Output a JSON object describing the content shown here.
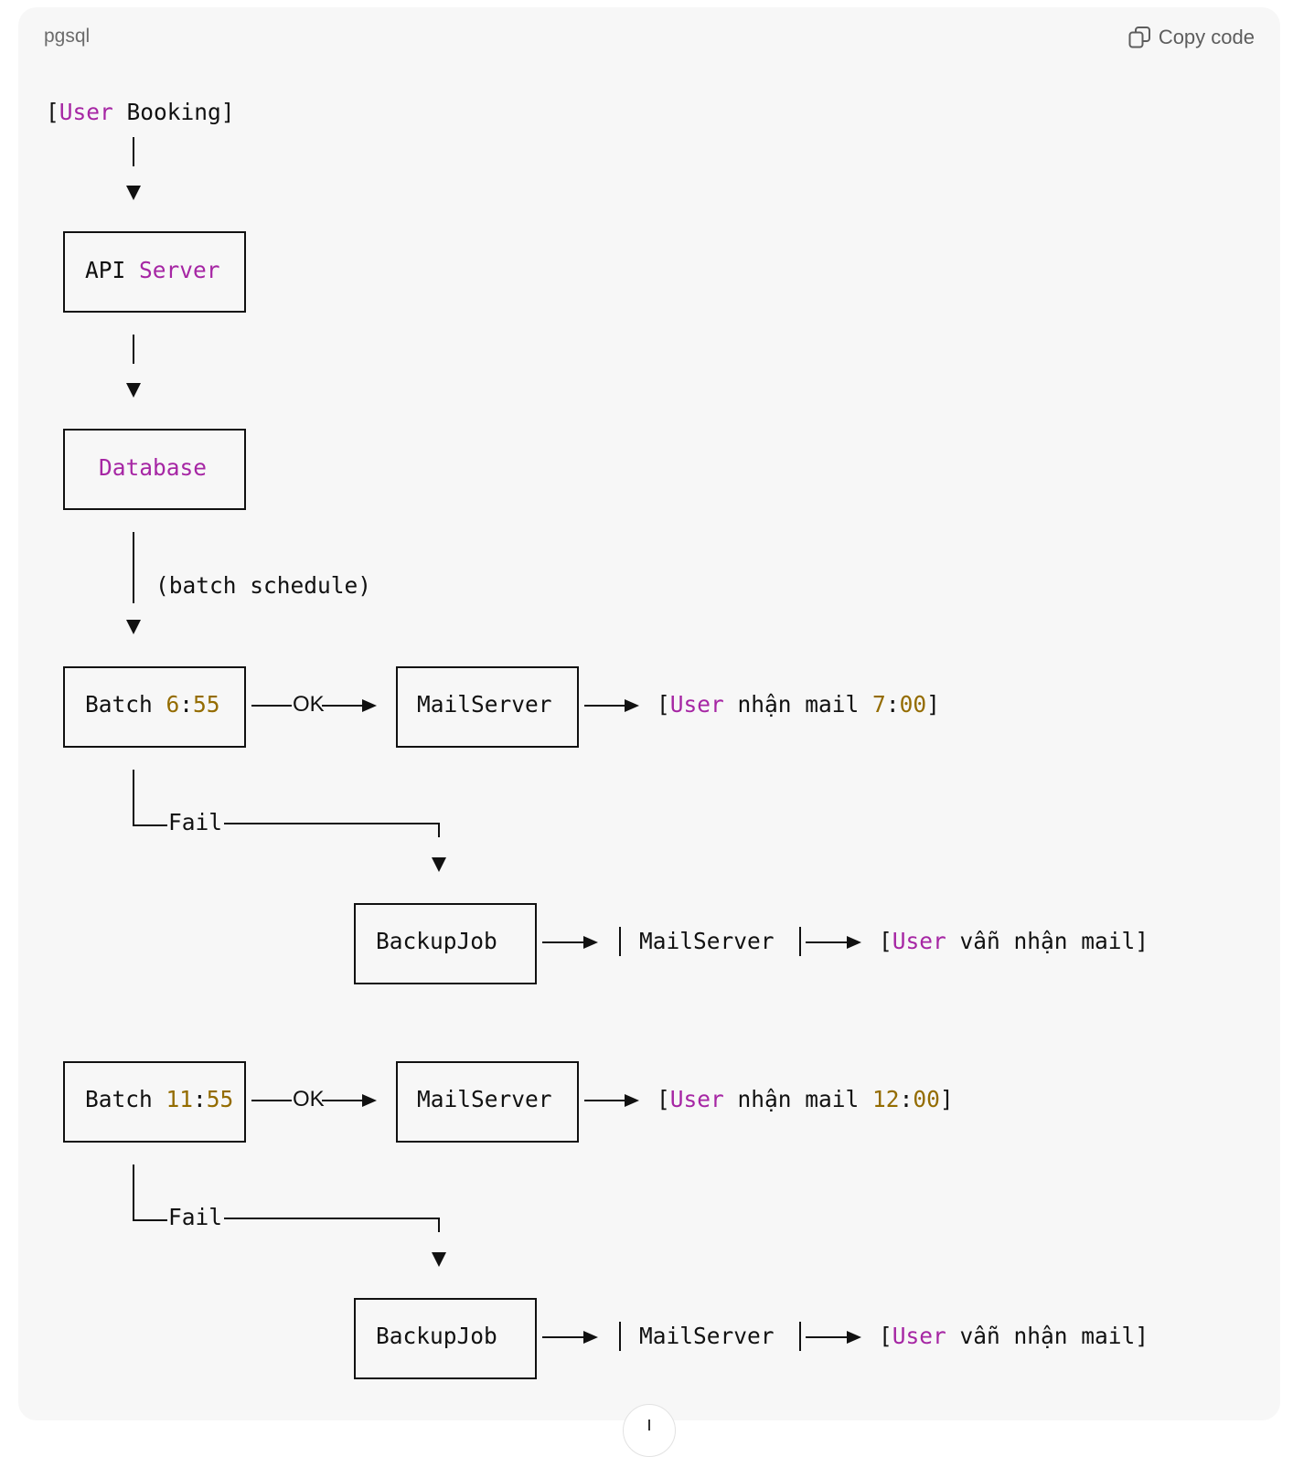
{
  "code_block": {
    "language": "pgsql",
    "copy_label": "Copy code"
  },
  "diagram": {
    "user_booking": {
      "open": "[",
      "kw": "User",
      "rest": " Booking]"
    },
    "api_server": {
      "part1": "API ",
      "part2": "Server"
    },
    "database": "Database",
    "batch_schedule": "(batch schedule)",
    "batch1": {
      "label": "Batch ",
      "hour": "6",
      "colon": ":",
      "min": "55"
    },
    "batch2": {
      "label": "Batch ",
      "hour": "11",
      "colon": ":",
      "min": "55"
    },
    "ok_label": "OK",
    "fail_label": "Fail",
    "mailserver": "MailServer",
    "backupjob": "BackupJob",
    "result1": {
      "open": "[",
      "kw": "User",
      "mid": " nhận mail ",
      "hour": "7",
      "colon": ":",
      "min": "00",
      "close": "]"
    },
    "result2": {
      "open": "[",
      "kw": "User",
      "mid": " nhận mail ",
      "hour": "12",
      "colon": ":",
      "min": "00",
      "close": "]"
    },
    "backup_result": {
      "open": "[",
      "kw": "User",
      "rest": " vẫn nhận mail]"
    }
  }
}
